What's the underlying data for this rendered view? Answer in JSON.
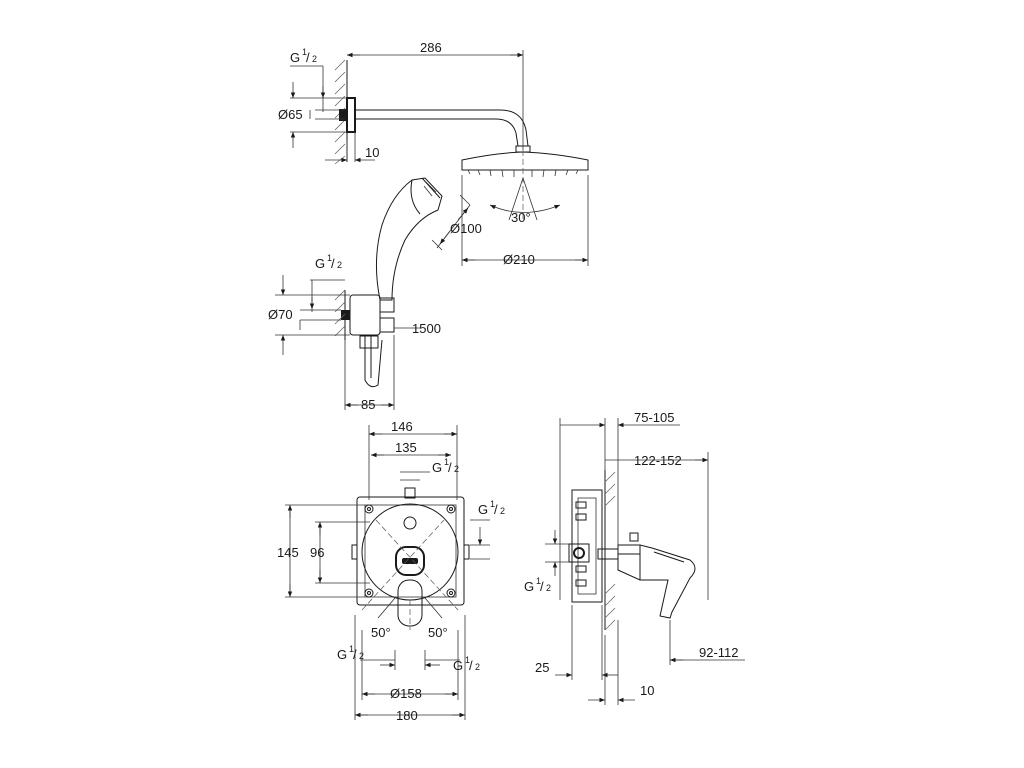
{
  "labels": {
    "arm_thread": {
      "g": "G",
      "num": "1",
      "den": "2"
    },
    "arm_length": "286",
    "flange_dia": "Ø65",
    "flange_depth": "10",
    "spray_angle": "30°",
    "hand_dia": "Ø100",
    "head_dia": "Ø210",
    "outlet_thread": {
      "g": "G",
      "num": "1",
      "den": "2"
    },
    "outlet_dia": "Ø70",
    "hose_length": "1500",
    "outlet_depth": "85",
    "box_width_outer": "146",
    "box_width_inner": "135",
    "box_top_thread": {
      "g": "G",
      "num": "1",
      "den": "2"
    },
    "box_right_thread": {
      "g": "G",
      "num": "1",
      "den": "2"
    },
    "box_height_outer": "145",
    "box_height_inner": "96",
    "angle_left": "50°",
    "angle_right": "50°",
    "box_bottom_left_thread": {
      "g": "G",
      "num": "1",
      "den": "2"
    },
    "box_bottom_right_thread": {
      "g": "G",
      "num": "1",
      "den": "2"
    },
    "plate_dia": "Ø158",
    "plate_width": "180",
    "side_depth_1": "75-105",
    "side_depth_2": "122-152",
    "side_thread": {
      "g": "G",
      "num": "1",
      "den": "2"
    },
    "side_offset": "25",
    "lever_depth": "92-112",
    "side_plate": "10"
  }
}
